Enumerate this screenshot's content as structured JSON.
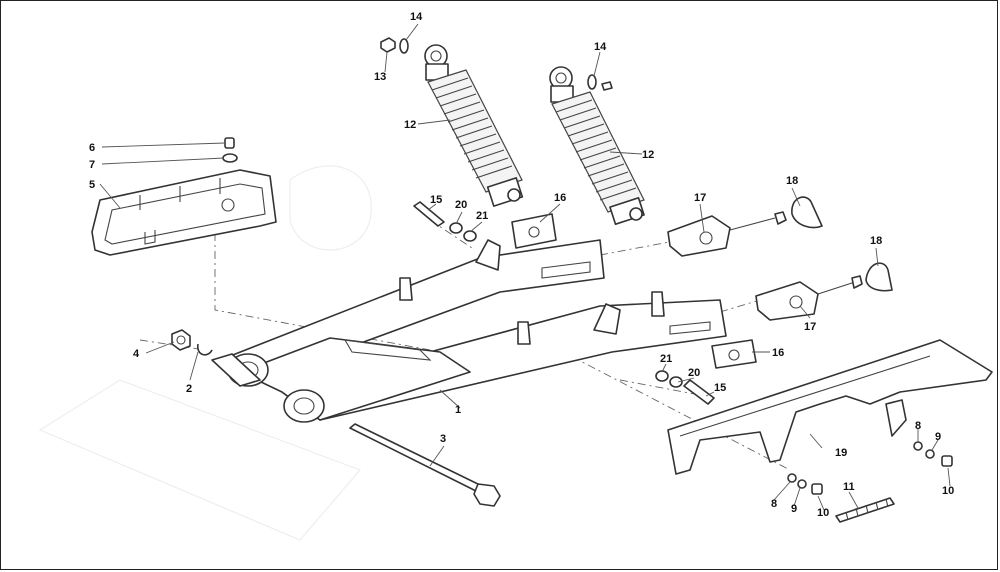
{
  "callouts": {
    "c1": "1",
    "c2": "2",
    "c3": "3",
    "c4": "4",
    "c5": "5",
    "c6": "6",
    "c7": "7",
    "c8a": "8",
    "c8b": "8",
    "c9a": "9",
    "c9b": "9",
    "c10a": "10",
    "c10b": "10",
    "c11": "11",
    "c12a": "12",
    "c12b": "12",
    "c13": "13",
    "c14a": "14",
    "c14b": "14",
    "c15a": "15",
    "c15b": "15",
    "c16a": "16",
    "c16b": "16",
    "c17a": "17",
    "c17b": "17",
    "c18a": "18",
    "c18b": "18",
    "c19": "19",
    "c20a": "20",
    "c20b": "20",
    "c21a": "21",
    "c21b": "21"
  },
  "colors": {
    "line": "#333333",
    "fill": "#ffffff",
    "frame": "#222222"
  }
}
